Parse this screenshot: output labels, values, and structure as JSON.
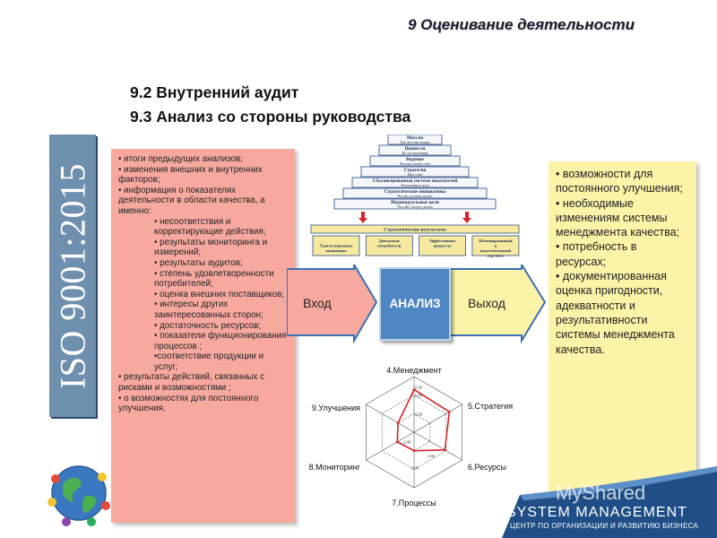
{
  "slide_title": "9 Оценивание деятельности",
  "headings": [
    "9.2 Внутренний аудит",
    "9.3 Анализ со стороны руководства"
  ],
  "iso_banner": "ISO 9001:2015",
  "inputs": [
    {
      "text": "• итоги предыдущих анализов;",
      "sub": false
    },
    {
      "text": "• изменения внешних и внутренних факторов;",
      "sub": false
    },
    {
      "text": "• информация о показателях деятельности в области качества, а именно:",
      "sub": false
    },
    {
      "text": "• несоответствия и корректирующие действия;",
      "sub": true
    },
    {
      "text": "• результаты мониторинга и измерений;",
      "sub": true
    },
    {
      "text": "• результаты аудитов;",
      "sub": true
    },
    {
      "text": "• степень удовлетворенности потребителей;",
      "sub": true
    },
    {
      "text": "• оценка внешних поставщиков;",
      "sub": true
    },
    {
      "text": "• интересы других заинтересованных сторон;",
      "sub": true
    },
    {
      "text": "• достаточность ресурсов;",
      "sub": true
    },
    {
      "text": "• показатели функционирования процессов ;",
      "sub": true
    },
    {
      "text": "•соответствие продукции и услуг;",
      "sub": true
    },
    {
      "text": "• результаты действий, связанных с рисками и возможностями ;",
      "sub": false
    },
    {
      "text": "• о возможностях для постоянного улучшения.",
      "sub": false
    }
  ],
  "outputs": [
    "• возможности для постоянного улучшения;",
    "• необходимые изменениям системы менеджмента качества;",
    "• потребность в ресурсах;",
    "• документированная оценка пригодности, адекватности и результативности системы менеджмента качества."
  ],
  "arrows": {
    "input": "Вход",
    "output": "Выход"
  },
  "analysis_label": "АНАЛИЗ",
  "pyramid": {
    "tiers": [
      [
        "Миссия",
        "Для чего мы нужны"
      ],
      [
        "Ценности",
        "Во что мы верим"
      ],
      [
        "Видение",
        "Чем мы хотим стать"
      ],
      [
        "Стратегия",
        "Наш план"
      ],
      [
        "Сбалансированная система показателей",
        "Реализация и цель"
      ],
      [
        "Стратегические инициативы",
        "Что мы должны делать"
      ],
      [
        "Индивидуальные цели",
        "Что мне следует делать"
      ]
    ],
    "results_title": "Стратегические результаты",
    "results": [
      "Удовлетворенные акционеры",
      "Довольные потребители",
      "Эффективные процессы",
      "Мотивированный и подготовленный персонал"
    ]
  },
  "radar": {
    "axes": [
      "4.Менеджмент",
      "5.Стратегия",
      "6.Ресурсы",
      "7.Процессы",
      "8.Мониторинг",
      "9.Улучшения"
    ],
    "tick_labels": [
      "1,00",
      "2,00"
    ],
    "labeled_values": [
      "2,30",
      "1,92"
    ],
    "values": [
      2.3,
      2.2,
      1.92,
      1.0,
      1.05,
      1.0
    ],
    "max": 3
  },
  "footer": {
    "main": "SYSTEM MANAGEMENT",
    "sub": "ЦЕНТР ПО ОРГАНИЗАЦИИ И РАЗВИТИЮ БИЗНЕСА",
    "watermark": "MyShared"
  },
  "colors": {
    "input_box": "#f7a9a0",
    "output_box": "#fbf3a8",
    "analysis_box": "#4e87c4",
    "banner": "#6f8fae",
    "footer_band": "#1f4f86",
    "radar_series": "#d9262c"
  }
}
